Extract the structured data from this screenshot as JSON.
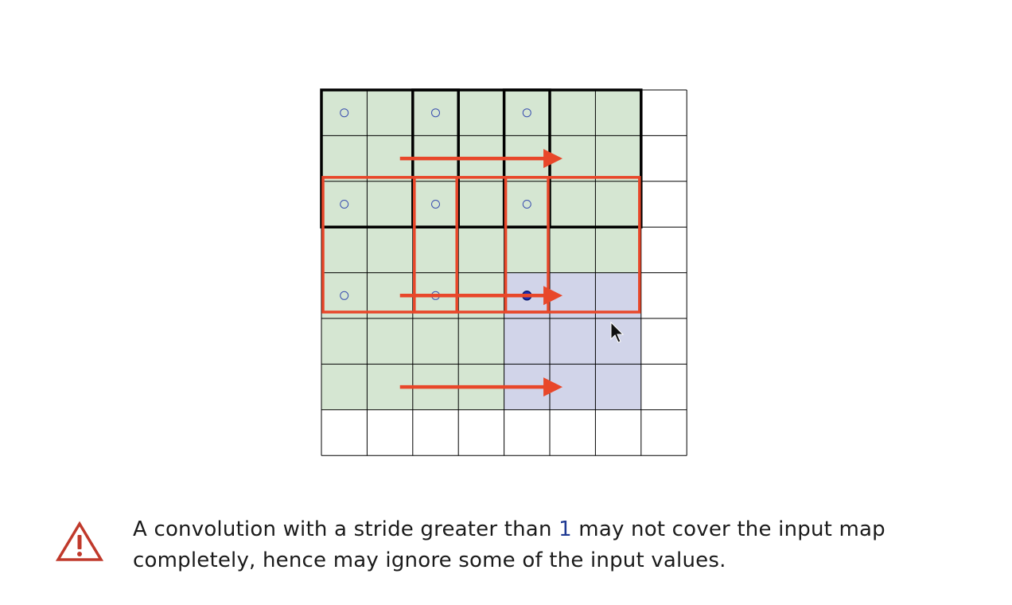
{
  "diagram": {
    "grid_rows": 8,
    "grid_cols": 8,
    "covered_rows": 7,
    "covered_cols": 7,
    "stride": 2,
    "kernel_size": 3,
    "output_positions": [
      {
        "row": 0,
        "col": 0
      },
      {
        "row": 0,
        "col": 2
      },
      {
        "row": 0,
        "col": 4
      },
      {
        "row": 2,
        "col": 0
      },
      {
        "row": 2,
        "col": 2
      },
      {
        "row": 2,
        "col": 4
      },
      {
        "row": 4,
        "col": 0
      },
      {
        "row": 4,
        "col": 2
      },
      {
        "row": 4,
        "col": 4
      }
    ],
    "current_position": {
      "row": 4,
      "col": 4
    },
    "colors": {
      "covered_fill": "#d5e6d2",
      "current_window_fill": "#d1d4e9",
      "grid_line": "#000000",
      "window_outline": "#000000",
      "highlight": "#e8472a",
      "marker": "#3a4fb0",
      "marker_fill_current": "#1c2fb8"
    }
  },
  "note": {
    "text_before": "A convolution with a stride greater than ",
    "number": "1",
    "number_color": "#1f3a93",
    "text_after": " may not cover the input map completely, hence may ignore some of the input values.",
    "icon": "warning-triangle-icon",
    "icon_color": "#c0392b"
  }
}
